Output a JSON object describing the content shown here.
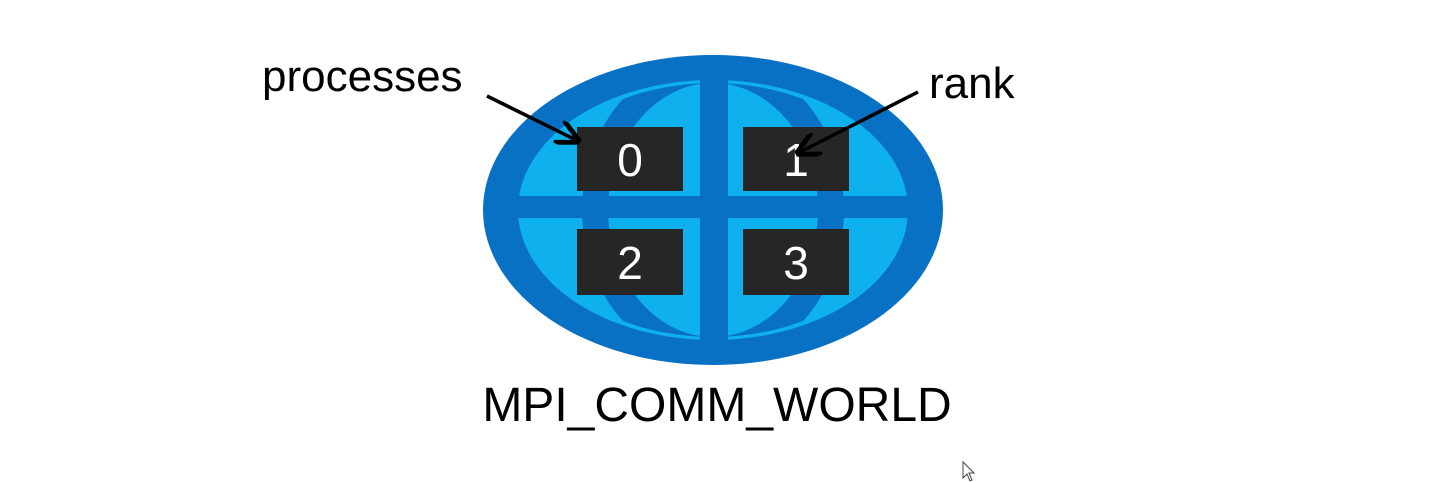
{
  "annotations": {
    "processes_label": "processes",
    "rank_label": "rank"
  },
  "communicator": {
    "name": "MPI_COMM_WORLD"
  },
  "processes": [
    {
      "rank": "0"
    },
    {
      "rank": "1"
    },
    {
      "rank": "2"
    },
    {
      "rank": "3"
    }
  ],
  "colors": {
    "globe_outer": "#0971c4",
    "globe_inner": "#0fb0ee",
    "process_box": "#262626",
    "rank_text": "#ffffff",
    "label_text": "#000000"
  },
  "icons": {
    "globe": "globe-icon",
    "cursor": "mouse-cursor-icon"
  }
}
